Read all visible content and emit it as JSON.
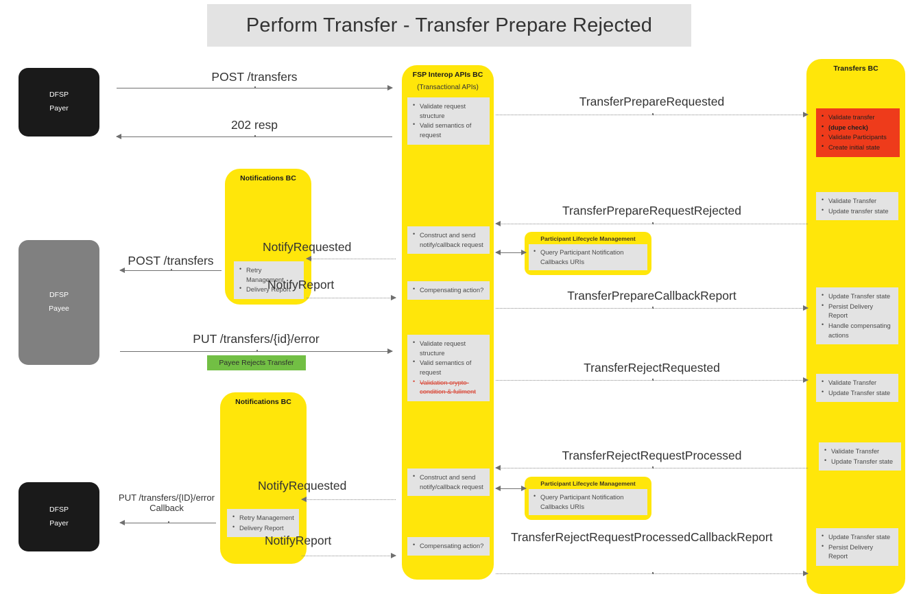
{
  "title": "Perform Transfer - Transfer Prepare Rejected",
  "actors": {
    "payer_top": {
      "line1": "DFSP",
      "line2": "Payer"
    },
    "payee": {
      "line1": "DFSP",
      "line2": "Payee"
    },
    "payer_bottom": {
      "line1": "DFSP",
      "line2": "Payer"
    }
  },
  "columns": {
    "fsp_interop": {
      "title": "FSP Interop APIs BC",
      "subtitle": "(Transactional APIs)"
    },
    "notifications_top": {
      "title": "Notifications BC"
    },
    "notifications_bottom": {
      "title": "Notifications BC"
    },
    "transfers": {
      "title": "Transfers BC"
    }
  },
  "notes": {
    "fsp_validate_1": [
      {
        "text": "Validate request structure"
      },
      {
        "text": "Valid semantics of request"
      }
    ],
    "fsp_construct_1": [
      {
        "text": "Construct and send notify/callback request"
      }
    ],
    "fsp_compensating_1": [
      {
        "text": "Compensating action?"
      }
    ],
    "fsp_validate_2": [
      {
        "text": "Validate request structure"
      },
      {
        "text": "Valid semantics of request"
      },
      {
        "text": "Validation crypto-condition & fullment",
        "struck": true
      }
    ],
    "fsp_construct_2": [
      {
        "text": "Construct and send notify/callback request"
      }
    ],
    "fsp_compensating_2": [
      {
        "text": "Compensating action?"
      }
    ],
    "notif_retry_1": [
      {
        "text": "Retry Management"
      },
      {
        "text": "Delivery Report"
      }
    ],
    "notif_retry_2": [
      {
        "text": "Retry Management"
      },
      {
        "text": "Delivery Report"
      }
    ],
    "transfers_validate_red": [
      {
        "text": "Validate transfer"
      },
      {
        "text": "(dupe check)",
        "bold": true
      },
      {
        "text": "Validate Participants"
      },
      {
        "text": "Create initial state"
      }
    ],
    "transfers_note_2": [
      {
        "text": "Validate Transfer"
      },
      {
        "text": "Update transfer state"
      }
    ],
    "transfers_note_3": [
      {
        "text": "Update Transfer state"
      },
      {
        "text": "Persist Delivery Report"
      },
      {
        "text": "Handle compensating actions"
      }
    ],
    "transfers_note_4": [
      {
        "text": "Validate Transfer"
      },
      {
        "text": "Update Transfer state"
      }
    ],
    "transfers_note_5": [
      {
        "text": "Validate Transfer"
      },
      {
        "text": "Update Transfer state"
      }
    ],
    "transfers_note_6": [
      {
        "text": "Update Transfer state"
      },
      {
        "text": "Persist Delivery Report"
      }
    ]
  },
  "plm": {
    "top": {
      "title": "Participant Lifecycle Management",
      "items": [
        {
          "text": "Query Participant Notification Callbacks URIs"
        }
      ]
    },
    "bottom": {
      "title": "Participant Lifecycle Management",
      "items": [
        {
          "text": "Query Participant Notification Callbacks URIs"
        }
      ]
    }
  },
  "messages": {
    "post_transfers_1": "POST /transfers",
    "resp_202": "202 resp",
    "post_transfers_2": "POST /transfers",
    "put_transfers_error": "PUT /transfers/{id}/error",
    "put_transfers_error_callback_l1": "PUT /transfers/{ID}/error",
    "put_transfers_error_callback_l2": "Callback",
    "transfer_prepare_requested": "TransferPrepareRequested",
    "transfer_prepare_request_rejected": "TransferPrepareRequestRejected",
    "transfer_prepare_callback_report": "TransferPrepareCallbackReport",
    "transfer_reject_requested": "TransferRejectRequested",
    "transfer_reject_request_processed": "TransferRejectRequestProcessed",
    "transfer_reject_request_processed_callback_report": "TransferRejectRequestProcessedCallbackReport",
    "notify_requested_1": "NotifyRequested",
    "notify_report_1": "NotifyReport",
    "notify_requested_2": "NotifyRequested",
    "notify_report_2": "NotifyReport"
  },
  "callouts": {
    "payee_rejects_transfer": "Payee Rejects Transfer"
  },
  "colors": {
    "bc_yellow": "#ffe60a",
    "note_grey": "#e3e3e3",
    "red_highlight": "#ee3b1b",
    "green_callout": "#72bf44",
    "actor_dark": "#1a1a1a",
    "actor_grey": "#808080",
    "title_band": "#e3e3e3"
  }
}
